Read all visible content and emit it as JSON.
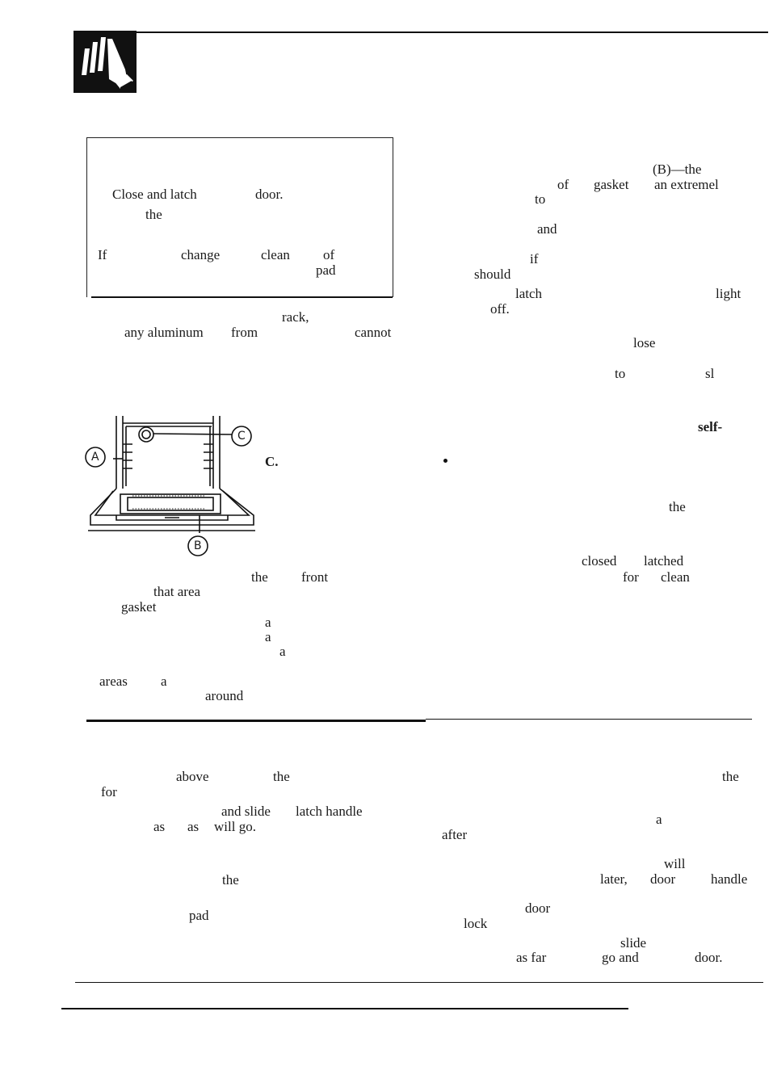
{
  "left": {
    "box": {
      "l1": "Close and latch",
      "l1b": "door.",
      "l2": "the",
      "l3a": "If",
      "l3b": "change",
      "l3c": "clean",
      "l3d": "of",
      "l4": "pad"
    },
    "p1": {
      "a": "rack,",
      "b": "any aluminum",
      "c": "from",
      "d": "cannot"
    },
    "figure": {
      "label_a": "A",
      "label_b": "B",
      "label_c": "C",
      "caption_c": "C."
    },
    "p2": {
      "a": "the",
      "b": "front",
      "c": "that area",
      "d": "gasket",
      "e": "a",
      "f": "a",
      "g": "a",
      "h": "areas",
      "i": "a",
      "j": "around"
    },
    "p3": {
      "a": "above",
      "b": "the",
      "c": "for",
      "d": "and slide",
      "e": "latch handle",
      "f": "as",
      "g": "as",
      "h": "will go.",
      "i": "the",
      "j": "pad"
    }
  },
  "right": {
    "p1": {
      "a": "(B)—the",
      "b": "of",
      "c": "gasket",
      "d": "an extremel",
      "e": "to",
      "f": "and",
      "g": "if",
      "h": "should",
      "i": "latch",
      "j": "light",
      "k": "off.",
      "l": "lose",
      "m": "to",
      "n": "sl",
      "o": "self-",
      "p": "the",
      "q": "closed",
      "r": "latched",
      "s": "for",
      "t": "clean"
    },
    "p2": {
      "a": "the",
      "b": "a",
      "c": "after",
      "d": "will",
      "e": "later,",
      "f": "door",
      "g": "handle",
      "h": "door",
      "i": "lock",
      "j": "slide",
      "k": "as far",
      "l": "go and",
      "m": "door."
    }
  }
}
